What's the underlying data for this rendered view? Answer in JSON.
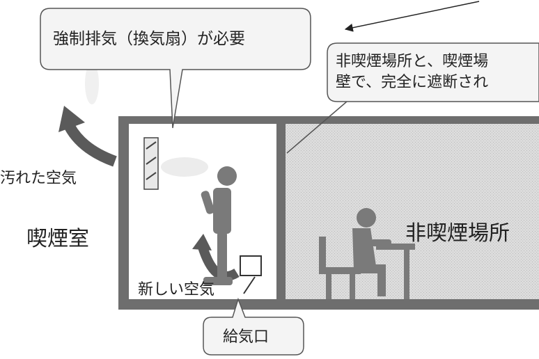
{
  "callouts": {
    "forced_exhaust": "強制排気（換気扇）が必要",
    "partition_line1": "非喫煙場所と、喫煙場",
    "partition_line2": "壁で、完全に遮断され",
    "air_inlet": "給気口"
  },
  "labels": {
    "dirty_air": "汚れた空気",
    "smoking_room": "喫煙室",
    "non_smoking_area": "非喫煙場所",
    "fresh_air": "新しい空気"
  },
  "colors": {
    "wall": "#6e6e6e",
    "non_smoking_fill": "#d4d4d4",
    "figure": "#7a7a7a",
    "arrow": "#5a5a5a",
    "callout_fill": "#f4f4f4",
    "callout_stroke": "#555555"
  }
}
